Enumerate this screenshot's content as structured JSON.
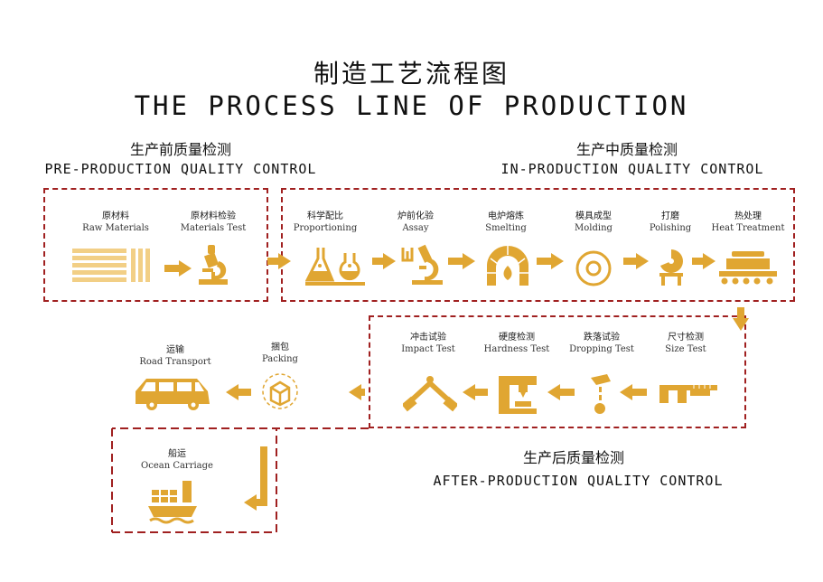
{
  "title_zh": "制造工艺流程图",
  "title_en": "THE PROCESS LINE OF PRODUCTION",
  "sections": {
    "pre": {
      "zh": "生产前质量检测",
      "en": "PRE-PRODUCTION QUALITY CONTROL"
    },
    "in": {
      "zh": "生产中质量检测",
      "en": "IN-PRODUCTION QUALITY CONTROL"
    },
    "after": {
      "zh": "生产后质量检测",
      "en": "AFTER-PRODUCTION QUALITY CONTROL"
    }
  },
  "steps": {
    "raw": {
      "zh": "原材料",
      "en": "Raw Materials"
    },
    "mtest": {
      "zh": "原材料检验",
      "en": "Materials Test"
    },
    "prop": {
      "zh": "科学配比",
      "en": "Proportioning"
    },
    "assay": {
      "zh": "炉前化验",
      "en": "Assay"
    },
    "smelt": {
      "zh": "电炉熔炼",
      "en": "Smelting"
    },
    "mold": {
      "zh": "模具成型",
      "en": "Molding"
    },
    "polish": {
      "zh": "打磨",
      "en": "Polishing"
    },
    "heat": {
      "zh": "热处理",
      "en": "Heat Treatment"
    },
    "size": {
      "zh": "尺寸检测",
      "en": "Size Test"
    },
    "drop": {
      "zh": "跌落试验",
      "en": "Dropping Test"
    },
    "hard": {
      "zh": "硬度检测",
      "en": "Hardness Test"
    },
    "impact": {
      "zh": "冲击试验",
      "en": "Impact Test"
    },
    "pack": {
      "zh": "捆包",
      "en": "Packing"
    },
    "road": {
      "zh": "运输",
      "en": "Road Transport"
    },
    "ocean": {
      "zh": "船运",
      "en": "Ocean Carriage"
    }
  },
  "colors": {
    "accent": "#e0a632",
    "border": "#a02020"
  },
  "icons": [
    "raw-materials-icon",
    "microscope-icon",
    "flasks-icon",
    "microscope-icon",
    "furnace-icon",
    "mold-disc-icon",
    "polishing-icon",
    "heat-treatment-icon",
    "caliper-icon",
    "drop-test-icon",
    "hardness-tester-icon",
    "impact-test-icon",
    "packing-box-icon",
    "truck-icon",
    "ship-icon"
  ]
}
